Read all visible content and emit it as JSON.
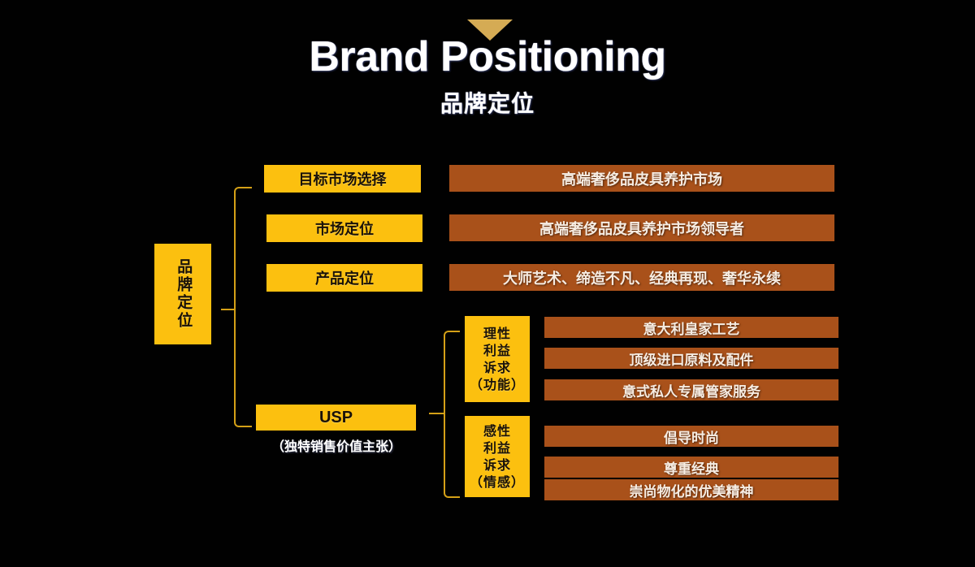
{
  "title": {
    "main": "Brand Positioning",
    "sub": "品牌定位",
    "arrow_icon": "triangle-down-icon"
  },
  "colors": {
    "background": "#010101",
    "accent_yellow": "#fcc00f",
    "accent_brown": "#a9511a",
    "bracket": "#d4a017",
    "arrow": "#d5ab54",
    "title_text": "#ffffff"
  },
  "root": {
    "label": "品牌定位"
  },
  "categories": [
    {
      "label": "目标市场选择",
      "value": "高端奢侈品皮具养护市场"
    },
    {
      "label": "市场定位",
      "value": "高端奢侈品皮具养护市场领导者"
    },
    {
      "label": "产品定位",
      "value": "大师艺术、缔造不凡、经典再现、奢华永续"
    }
  ],
  "usp": {
    "label": "USP",
    "caption": "（独特销售价值主张）",
    "groups": [
      {
        "label_lines": [
          "理性",
          "利益",
          "诉求",
          "（功能）"
        ],
        "items": [
          "意大利皇家工艺",
          "顶级进口原料及配件",
          "意式私人专属管家服务"
        ]
      },
      {
        "label_lines": [
          "感性",
          "利益",
          "诉求",
          "（情感）"
        ],
        "items": [
          "倡导时尚",
          "尊重经典",
          "崇尚物化的优美精神"
        ]
      }
    ]
  }
}
